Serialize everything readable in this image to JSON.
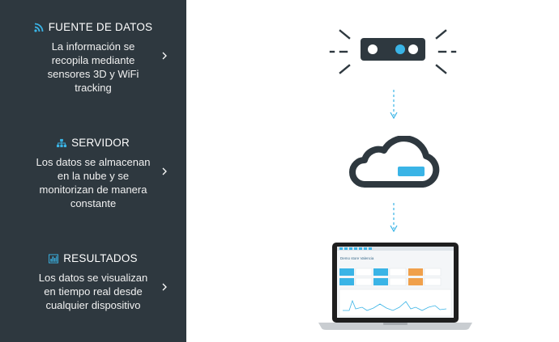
{
  "sidebar": {
    "items": [
      {
        "title": "FUENTE DE DATOS",
        "icon": "rss-feed-icon",
        "description": "La información se recopila mediante sensores 3D y WiFi tracking"
      },
      {
        "title": "SERVIDOR",
        "icon": "network-sitemap-icon",
        "description": "Los datos se almacenan en la nube y se monitorizan de manera constante"
      },
      {
        "title": "RESULTADOS",
        "icon": "bar-chart-icon",
        "description": "Los datos se visualizan en tiempo real desde cualquier dispositivo"
      }
    ]
  },
  "laptop": {
    "screen_title": "Demo store Valencia"
  },
  "colors": {
    "sidebar_bg": "#2e383f",
    "accent": "#3ab4e6",
    "dark": "#2e383f",
    "white": "#ffffff"
  }
}
